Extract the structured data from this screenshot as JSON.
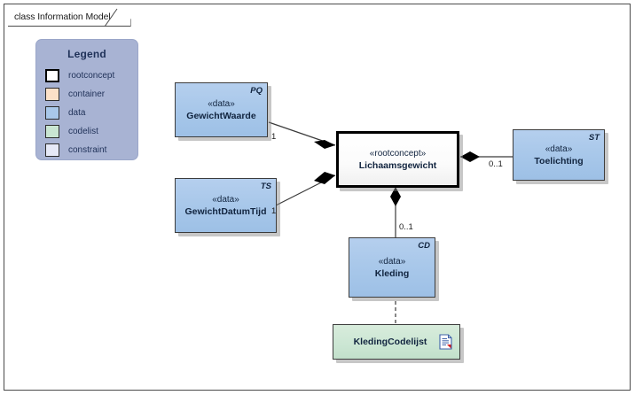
{
  "frame": {
    "label": "class Information Model"
  },
  "legend": {
    "title": "Legend",
    "items": [
      {
        "label": "rootconcept",
        "color": "#ffffff",
        "style": "thick"
      },
      {
        "label": "container",
        "color": "#fbe0c8",
        "style": "thin"
      },
      {
        "label": "data",
        "color": "#a9c8ea",
        "style": "thin"
      },
      {
        "label": "codelist",
        "color": "#c9e5d2",
        "style": "thin"
      },
      {
        "label": "constraint",
        "color": "#e6e9f7",
        "style": "thin"
      }
    ],
    "panel_color": "#a8b3d3",
    "text_color": "#1f3158"
  },
  "classes": {
    "gewichtwaarde": {
      "stereotype": "«data»",
      "name": "GewichtWaarde",
      "tag": "PQ",
      "kind": "data"
    },
    "gewichtdatumtijd": {
      "stereotype": "«data»",
      "name": "GewichtDatumTijd",
      "tag": "TS",
      "kind": "data"
    },
    "lichaamsgewicht": {
      "stereotype": "«rootconcept»",
      "name": "Lichaamsgewicht",
      "tag": "",
      "kind": "rootconcept"
    },
    "toelichting": {
      "stereotype": "«data»",
      "name": "Toelichting",
      "tag": "ST",
      "kind": "data"
    },
    "kleding": {
      "stereotype": "«data»",
      "name": "Kleding",
      "tag": "CD",
      "kind": "data"
    },
    "kledingcodelijst": {
      "stereotype": "",
      "name": "KledingCodelijst",
      "tag": "",
      "kind": "codelist",
      "icon": "document-icon"
    }
  },
  "multiplicities": {
    "gewichtwaarde_end": "1",
    "gewichtdatumtijd_end": "1",
    "toelichting_end": "0..1",
    "kleding_end": "0..1"
  },
  "relations": [
    {
      "from": "lichaamsgewicht",
      "to": "gewichtwaarde",
      "type": "composition",
      "multiplicity": "1"
    },
    {
      "from": "lichaamsgewicht",
      "to": "gewichtdatumtijd",
      "type": "composition",
      "multiplicity": "1"
    },
    {
      "from": "lichaamsgewicht",
      "to": "toelichting",
      "type": "composition",
      "multiplicity": "0..1"
    },
    {
      "from": "lichaamsgewicht",
      "to": "kleding",
      "type": "composition",
      "multiplicity": "0..1"
    },
    {
      "from": "kleding",
      "to": "kledingcodelijst",
      "type": "dependency",
      "multiplicity": ""
    }
  ]
}
